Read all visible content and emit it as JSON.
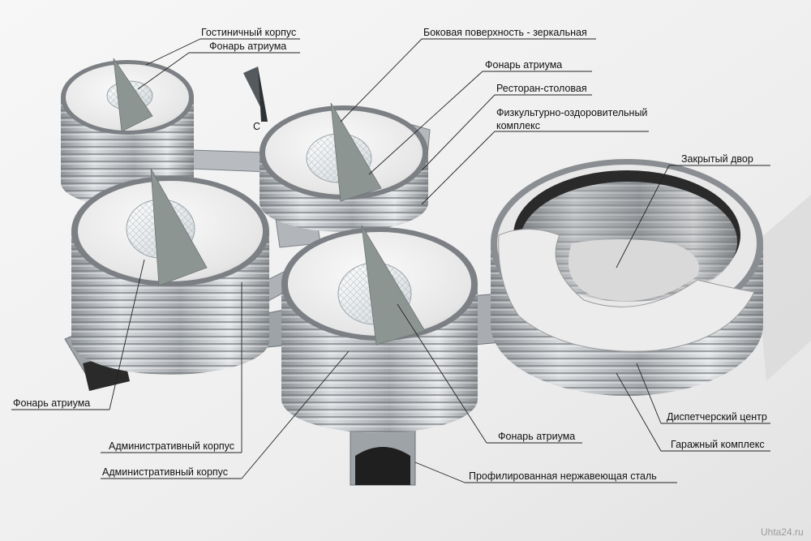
{
  "labels": {
    "hotel": "Гостиничный корпус",
    "atrium_1": "Фонарь атриума",
    "mirror": "Боковая поверхность - зеркальная",
    "atrium_2": "Фонарь атриума",
    "restaurant": "Ресторан-столовая",
    "fitness_line1": "Физкультурно-оздоровительный",
    "fitness_line2": "комплекс",
    "yard": "Закрытый двор",
    "atrium_3": "Фонарь атриума",
    "admin_1": "Административный корпус",
    "admin_2": "Административный корпус",
    "atrium_4": "Фонарь атриума",
    "dispatch": "Диспетчерский центр",
    "garage": "Гаражный комплекс",
    "steel": "Профилированная нержавеющая сталь"
  },
  "compass": {
    "letter": "С"
  },
  "watermark": "Uhta24.ru",
  "colors": {
    "background": "#f2f2f2",
    "roof": "#e4e4e4",
    "spire": "#8d9592",
    "steel": "#a9adb0",
    "leader": "#222222"
  }
}
